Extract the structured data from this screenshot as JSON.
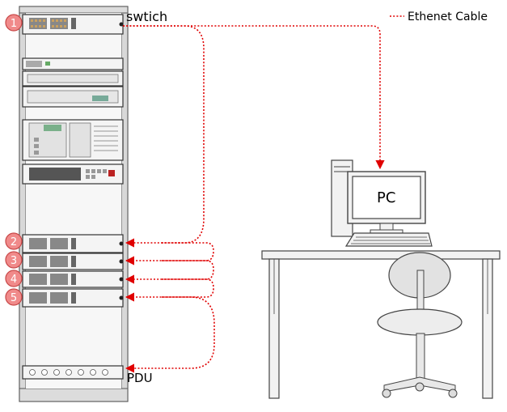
{
  "legend": {
    "label": "Ethenet Cable",
    "color": "#e00000"
  },
  "labels": {
    "switch": "swtich",
    "pc": "PC",
    "pdu": "PDU"
  },
  "badges": [
    "1",
    "2",
    "3",
    "4",
    "5"
  ],
  "colors": {
    "badge_fill": "#f08a8a",
    "badge_stroke": "#c84848",
    "cable": "#e00000",
    "equipment_stroke": "#333333",
    "equipment_fill": "#f4f4f4",
    "rack_fill": "#e9e9e9"
  }
}
